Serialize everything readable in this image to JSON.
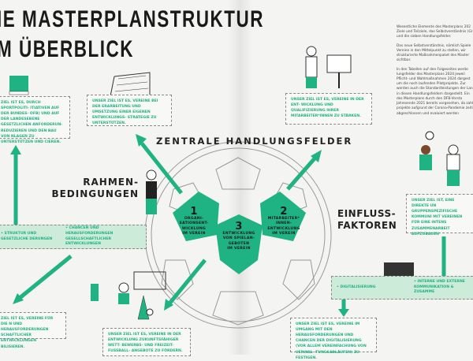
{
  "title": {
    "line1": "IE MASTERPLANSTRUKTUR",
    "line2": "M ÜBERBLICK"
  },
  "center_heading": "ZENTRALE HANDLUNGSFELDER",
  "rahmen_heading": [
    "RAHMEN-",
    "BEDINGUNGEN"
  ],
  "einfluss_heading": [
    "EINFLUSS-",
    "FAKTOREN"
  ],
  "fields": [
    {
      "number": "1",
      "label": [
        "ORGANI-",
        "SATIONSENT-",
        "WICKLUNG",
        "IM VEREIN"
      ]
    },
    {
      "number": "2",
      "label": [
        "MITARBEITER*",
        "INNEN-",
        "ENTWICKLUNG",
        "IM VEREIN"
      ]
    },
    {
      "number": "3",
      "label": [
        "ENTWICKLUNG",
        "VON SPIELAN-",
        "GEBOTEN",
        "IM VEREIN"
      ]
    }
  ],
  "goals": {
    "politik": "ZIEL IST ES, DURCH SPORTPOLITI- ITIATIVEN AUF DER BUNDES- OFB) UND AUF DER LANDESEBENE GESETZLICHEN ANFORDERUN- REDUZIEREN UND DEN BAU VON NLAGEN ZU UNTERSTÜTZEN UND CIEREN.",
    "strategie": "UNSER ZIEL IST ES, VEREINE BEI DER ERARBEITUNG UND UMSETZUNG EINER EIGENEN ENTWICKLUNGS- STRATEGIE ZU UNTERSTÜTZEN.",
    "mitarbeiter": "UNSER ZIEL IST ES, VEREINE IN DER ENT- WICKLUNG UND QUALIFIZIERUNG IHRER MITARBEITER*INNEN ZU STÄRKEN.",
    "gesellschaft": "ZIEL IST ES, VEREINE FÜR DIE N UND HERAUSFORDERUNGEN SCHAFTLICHER ENTWICKLUNGEN BILISIEREN.",
    "spielangebote": "UNSER ZIEL IST ES, VEREINE IN DER ENTWICKLUNG ZUKUNFTSFÄHIGER WETT- BEWERBS- UND FREIZEIT-FUSSBALL- ANGEBOTE ZU FÖRDERN.",
    "digital": "UNSER ZIEL IST ES, VEREINE IM UMGANG MIT DEN HERAUSFORDERUNGEN UND CHANCEN DER DIGITALISIERUNG (VOR ALLEM VEREINFACHUNG VON VERWAL- TUNGSABLÄUFEN) ZU FESTIGEN.",
    "kommunikation": "UNSER ZIEL IST, EINE DIREKTE UN GRUPPENSPEZIFISCHE KOMMUNI MIT VEREINEN FÜR EINE INTENS ZUSAMMENARBEIT AUFZUBAUEN"
  },
  "rahmen_panel": [
    "• STRUKTUR UND GESETZLICHE DERUNGEN",
    "• CHANCEN UND HERAUSFORDERUNGEN GESELLSCHAFTLICHER ENTWICKLUNGEN"
  ],
  "einfluss_panel": [
    "• DIGITALISIERUNG",
    "• INTERNE UND EXTERNE KOMMUNIKATION & ZUSAMME"
  ],
  "body_text": [
    "Wesentliche Elemente des Masterplans 202 Ziele und Teilziele, das Selbstverständnis (Gr und die sieben Handlungsfelder.",
    "Das neue Selbstverständnis, nämlich Spiele Vereine in den Mittelpunkt zu stellen, wir strukturierte Maßnahmenpaket des Master sichtbar.",
    "In den Tabellen auf den Folgeseiten werde lungsfelder des Masterplans 2024 jeweil Pflicht- und Wahlmaßnahmen 2024 dargest um die noch laufenden Pilotprojekte. Zur werden auch die Standardleistungen der Land in diesen Handlungsfeldern dargestellt. Ein des Masterplans durch den DFB-Vorsta Jahresende 2021 bereits vorgesehen, da zahl projekte aufgrund der Corona-Pandemie zeitig abgeschlossen und evaluiert werden"
  ],
  "colors": {
    "accent": "#1fb283",
    "panel": "#cdebd9",
    "text": "#1a1a1a"
  }
}
